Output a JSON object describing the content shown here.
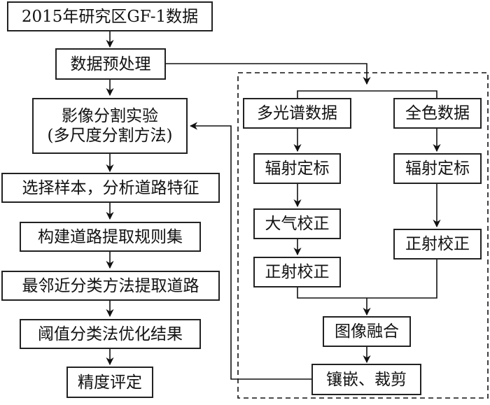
{
  "left_flow": {
    "step1": "2015年研究区GF-1数据",
    "step2": "数据预处理",
    "step3_line1": "影像分割实验",
    "step3_line2": "(多尺度分割方法)",
    "step4": "选择样本，分析道路特征",
    "step5": "构建道路提取规则集",
    "step6": "最邻近分类方法提取道路",
    "step7": "阈值分类法优化结果",
    "step8": "精度评定"
  },
  "preprocessing": {
    "ms_data": "多光谱数据",
    "pan_data": "全色数据",
    "ms_radiometric": "辐射定标",
    "pan_radiometric": "辐射定标",
    "ms_atmospheric": "大气校正",
    "ms_ortho": "正射校正",
    "pan_ortho": "正射校正",
    "fusion": "图像融合",
    "mosaic_clip": "镶嵌、裁剪"
  }
}
